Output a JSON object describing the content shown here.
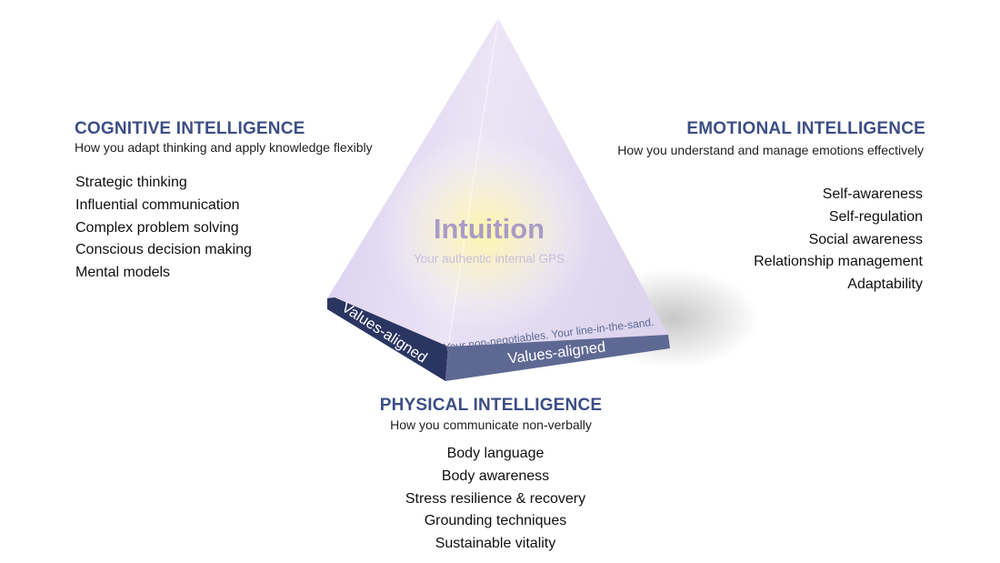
{
  "cognitive": {
    "title": "COGNITIVE INTELLIGENCE",
    "subtitle": "How you adapt thinking and apply knowledge flexibly",
    "items": [
      "Strategic thinking",
      "Influential communication",
      "Complex problem solving",
      "Conscious decision making",
      "Mental models"
    ]
  },
  "emotional": {
    "title": "EMOTIONAL INTELLIGENCE",
    "subtitle": "How you understand and manage emotions effectively",
    "items": [
      "Self-awareness",
      "Self-regulation",
      "Social awareness",
      "Relationship management",
      "Adaptability"
    ]
  },
  "physical": {
    "title": "PHYSICAL INTELLIGENCE",
    "subtitle": "How you communicate non-verbally",
    "items": [
      "Body language",
      "Body awareness",
      "Stress resilience & recovery",
      "Grounding techniques",
      "Sustainable vitality"
    ]
  },
  "pyramid": {
    "center_title": "Intuition",
    "center_subtitle": "Your authentic internal GPS",
    "base_left_label": "Values-aligned",
    "base_right_label": "Values-aligned",
    "base_caption": "Your non-negotiables. Your line-in-the-sand.",
    "colors": {
      "band": "#5c6791",
      "band_dark": "#252f5a",
      "title": "#a99cc6",
      "glow": "#fff3a0",
      "face": "#e4dcf2"
    }
  }
}
